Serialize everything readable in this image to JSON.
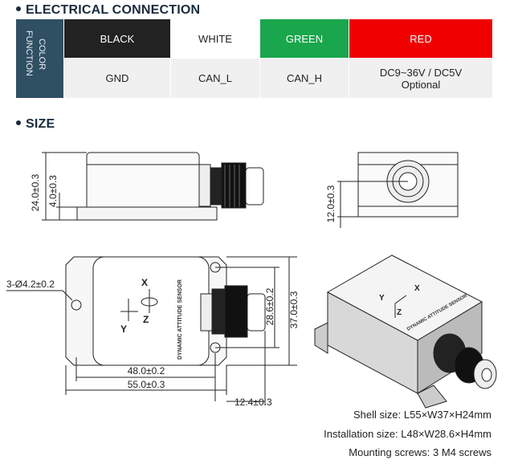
{
  "electrical": {
    "title": "ELECTRICAL CONNECTION",
    "function_label_line1": "COLOR",
    "function_label_line2": "FUNCTION",
    "colors": [
      "BLACK",
      "WHITE",
      "GREEN",
      "RED"
    ],
    "functions": [
      "GND",
      "CAN_L",
      "CAN_H"
    ],
    "power_line1": "DC9~36V / DC5V",
    "power_line2": "Optional",
    "color_hex": {
      "black": "#222222",
      "white": "#ffffff",
      "green": "#1aa64c",
      "red": "#f00000",
      "function_cell": "#2f4f63"
    }
  },
  "size": {
    "title": "SIZE",
    "dimensions": {
      "height": "24.0±0.3",
      "flange": "4.0±0.3",
      "connector_height": "12.0±0.3",
      "holes": "3-Ø4.2±0.2",
      "install_width": "28.6±0.2",
      "shell_width": "37.0±0.3",
      "install_length": "48.0±0.2",
      "shell_length": "55.0±0.3",
      "connector_length": "12.4±0.3"
    },
    "sensor_label": "DYNAMIC ATTITUDE SENSOR",
    "axes": [
      "X",
      "Y",
      "Z"
    ],
    "specs": {
      "shell": "Shell size: L55×W37×H24mm",
      "installation": "Installation size: L48×W28.6×H4mm",
      "screws": "Mounting screws: 3 M4 screws"
    }
  }
}
